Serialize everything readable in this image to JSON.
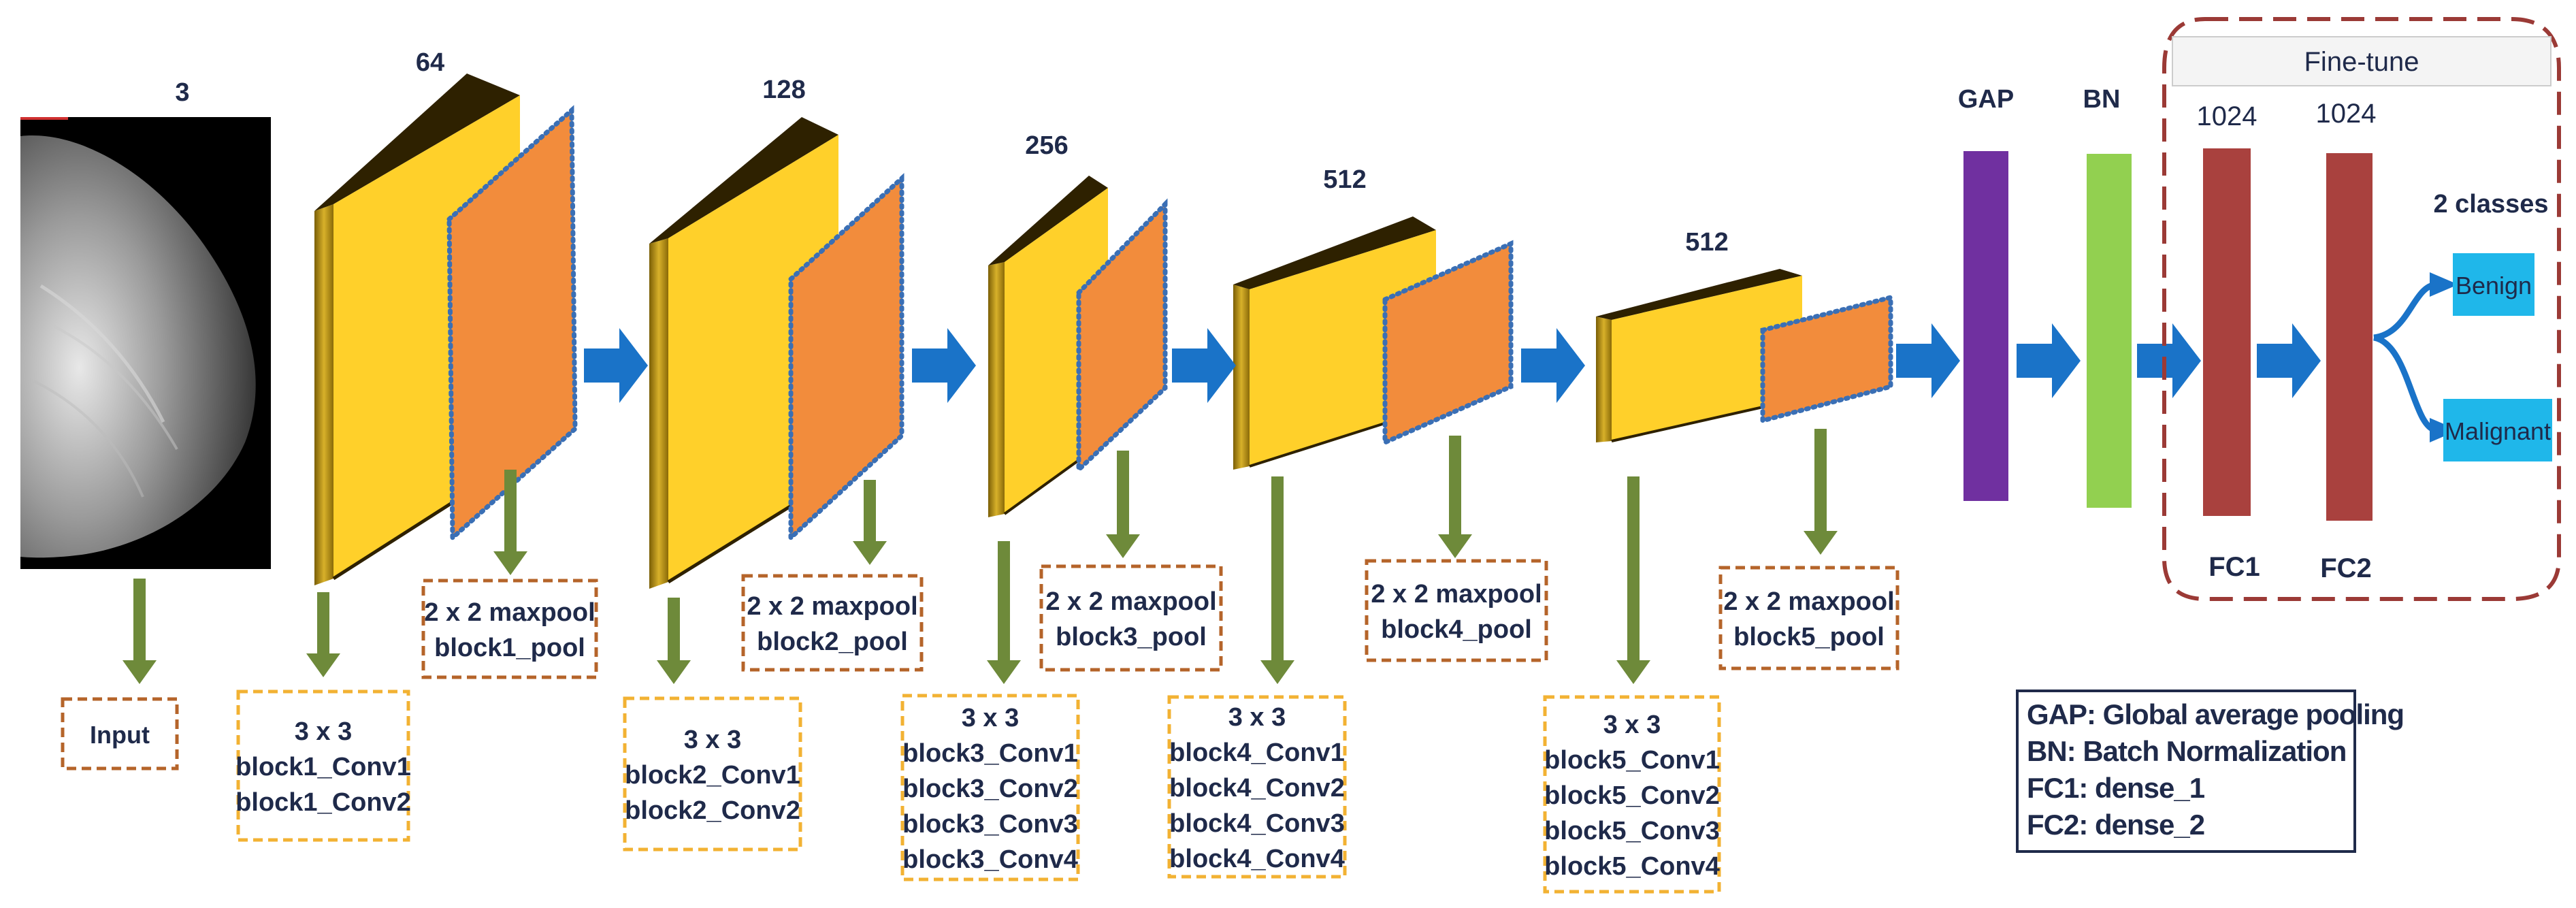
{
  "input": {
    "channels": "3",
    "label": "Input"
  },
  "blocks": [
    {
      "filters": "64",
      "conv_lines": [
        "3 x 3",
        "block1_Conv1",
        "block1_Conv2"
      ],
      "pool_lines": [
        "2 x 2 maxpool",
        "block1_pool"
      ]
    },
    {
      "filters": "128",
      "conv_lines": [
        "3 x 3",
        "block2_Conv1",
        "block2_Conv2"
      ],
      "pool_lines": [
        "2 x 2 maxpool",
        "block2_pool"
      ]
    },
    {
      "filters": "256",
      "conv_lines": [
        "3 x 3",
        "block3_Conv1",
        "block3_Conv2",
        "block3_Conv3",
        "block3_Conv4"
      ],
      "pool_lines": [
        "2 x 2 maxpool",
        "block3_pool"
      ]
    },
    {
      "filters": "512",
      "conv_lines": [
        "3 x 3",
        "block4_Conv1",
        "block4_Conv2",
        "block4_Conv3",
        "block4_Conv4"
      ],
      "pool_lines": [
        "2 x 2 maxpool",
        "block4_pool"
      ]
    },
    {
      "filters": "512",
      "conv_lines": [
        "3 x 3",
        "block5_Conv1",
        "block5_Conv2",
        "block5_Conv3",
        "block5_Conv4"
      ],
      "pool_lines": [
        "2 x 2 maxpool",
        "block5_pool"
      ]
    }
  ],
  "head": {
    "gap_label": "GAP",
    "bn_label": "BN",
    "finetune_title": "Fine-tune",
    "fc1_units": "1024",
    "fc2_units": "1024",
    "fc1_label": "FC1",
    "fc2_label": "FC2",
    "classes_title": "2 classes",
    "class_benign": "Benign",
    "class_malignant": "Malignant"
  },
  "legend": [
    "GAP: Global average pooling",
    "BN: Batch Normalization",
    "FC1: dense_1",
    "FC2: dense_2"
  ],
  "colors": {
    "conv_face": "#FFD02A",
    "conv_dark": "#2e2100",
    "conv_side": "#b9930f",
    "pool_face": "#F28C3C",
    "pool_dots": "#3a6fb5",
    "arrow_blue": "#1a73c8",
    "arrow_green": "#6e8a3a",
    "gap": "#7030A0",
    "bn": "#92D050",
    "fc": "#A9413E",
    "class_box": "#1FB7EA",
    "conv_box_border": "#F2B233",
    "pool_box_border": "#B5642A",
    "finetune_border": "#9b3a36"
  }
}
